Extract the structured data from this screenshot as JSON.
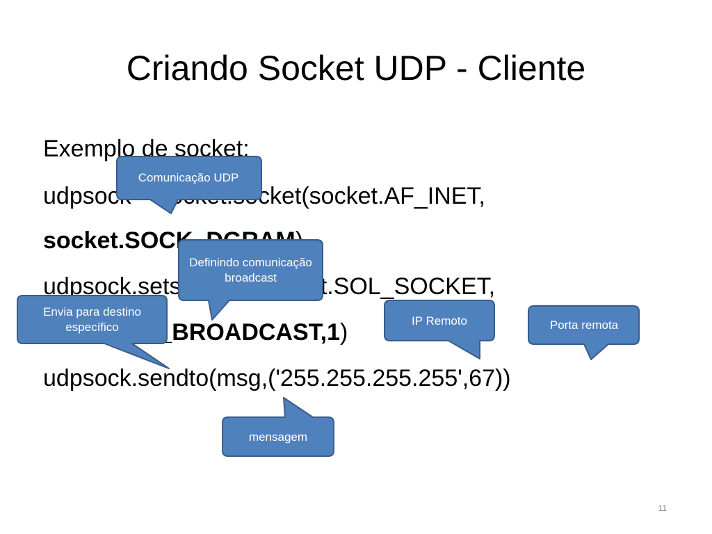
{
  "slide": {
    "title": "Criando Socket UDP - Cliente",
    "lines": [
      {
        "text": "Exemplo de socket:"
      },
      {
        "text": "udpsock = socket.socket(socket.AF_INET,"
      },
      {
        "bold": "socket.SOCK_DGRAM",
        "rest": ")"
      },
      {
        "text": "udpsock.setsockopt(socket.SOL_SOCKET,"
      },
      {
        "bold": "socket.SO_BROADCAST,1",
        "rest": ")"
      },
      {
        "text": "udpsock.sendto(msg,('255.255.255.255',67))"
      }
    ],
    "callouts": {
      "comunicacao_udp": "Comunicação UDP",
      "broadcast": "Definindo comunicação broadcast",
      "envia": "Envia para destino específico",
      "ip_remoto": "IP Remoto",
      "porta_remota": "Porta remota",
      "mensagem": "mensagem"
    },
    "page_number": "11",
    "colors": {
      "callout_fill": "#4f81bd",
      "callout_border": "#385d8a"
    }
  }
}
